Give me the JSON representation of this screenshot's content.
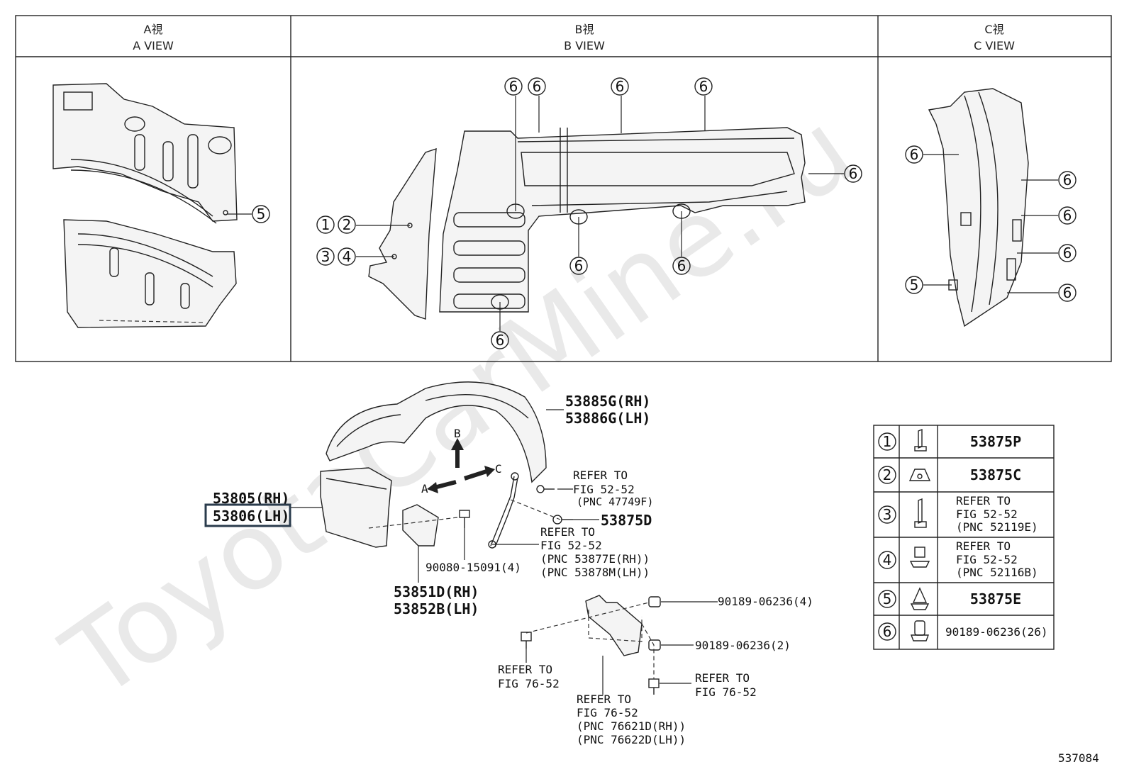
{
  "views": {
    "a": {
      "jp": "A視",
      "en": "A VIEW"
    },
    "b": {
      "jp": "B視",
      "en": "B VIEW"
    },
    "c": {
      "jp": "C視",
      "en": "C VIEW"
    }
  },
  "watermark": "ToyotaCarMine.ru",
  "callouts": {
    "n1": "1",
    "n2": "2",
    "n3": "3",
    "n4": "4",
    "n5": "5",
    "n6": "6"
  },
  "parts": {
    "liner_rh": "53885G(RH)",
    "liner_lh": "53886G(LH)",
    "shield_rh": "53805(RH)",
    "shield_lh": "53806(LH)",
    "seal_rh": "53851D(RH)",
    "seal_lh": "53852B(LH)",
    "bolt_90080": "90080-15091(4)",
    "clip_53875d": "53875D",
    "clip_90189_4": "90189-06236(4)",
    "clip_90189_2": "90189-06236(2)"
  },
  "refs": {
    "r1": [
      "REFER TO",
      "FIG 52-52",
      "(PNC 47749F)"
    ],
    "r2": [
      "REFER TO",
      "FIG 52-52",
      "(PNC 53877E(RH))",
      "(PNC 53878M(LH))"
    ],
    "r3": [
      "REFER TO",
      "FIG 76-52"
    ],
    "r4": [
      "REFER TO",
      "FIG 76-52",
      "(PNC 76621D(RH))",
      "(PNC 76622D(LH))"
    ],
    "r5": [
      "REFER TO",
      "FIG 76-52"
    ]
  },
  "arrows": {
    "a": "A",
    "b": "B",
    "c": "C"
  },
  "legend": [
    {
      "num": "1",
      "text": [
        "53875P"
      ]
    },
    {
      "num": "2",
      "text": [
        "53875C"
      ]
    },
    {
      "num": "3",
      "text": [
        "REFER TO",
        "FIG 52-52",
        "(PNC 52119E)"
      ]
    },
    {
      "num": "4",
      "text": [
        "REFER TO",
        "FIG 52-52",
        "(PNC 52116B)"
      ]
    },
    {
      "num": "5",
      "text": [
        "53875E"
      ]
    },
    {
      "num": "6",
      "text": [
        "90189-06236(26)"
      ]
    }
  ],
  "figure_id": "537084"
}
